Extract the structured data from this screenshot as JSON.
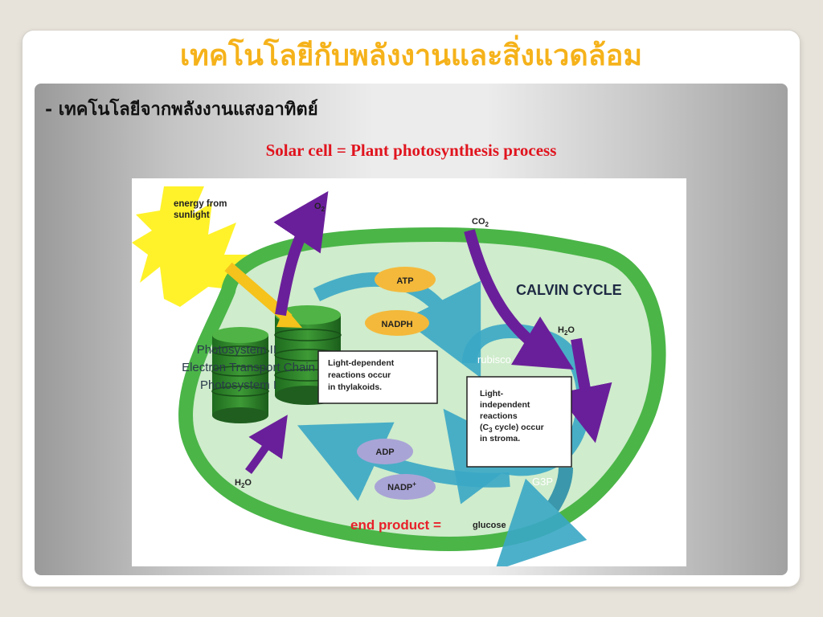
{
  "slide": {
    "title": "เทคโนโลยีกับพลังงานและสิ่งแวดล้อม",
    "bullet": "- เทคโนโลยีจากพลังงานแสงอาทิตย์",
    "subtitle": "Solar cell = Plant photosynthesis process"
  },
  "diagram": {
    "sun_label_line1": "energy from",
    "sun_label_line2": "sunlight",
    "o2": "O",
    "o2_sub": "2",
    "co2": "CO",
    "co2_sub": "2",
    "h2o_top": "H",
    "h2o_top_sub": "2",
    "h2o_top_end": "O",
    "h2o_bottom": "H",
    "h2o_bottom_sub": "2",
    "h2o_bottom_end": "O",
    "atp": "ATP",
    "nadph": "NADPH",
    "adp": "ADP",
    "nadp": "NADP",
    "nadp_sup": "+",
    "calvin_cycle": "CALVIN CYCLE",
    "rubisco": "rubisco",
    "g3p": "G3P",
    "ps2": "Photosystem II",
    "etc": "Electron Transport Chain",
    "ps1": "Photosystem I",
    "light_dep_1": "Light-dependent",
    "light_dep_2": "reactions occur",
    "light_dep_3": "in thylakoids.",
    "light_ind_1": "Light-",
    "light_ind_2": "independent",
    "light_ind_3": "reactions",
    "light_ind_4a": "(C",
    "light_ind_4sub": "3",
    "light_ind_4b": " cycle) occur",
    "light_ind_5": "in stroma.",
    "end_product": "end product =",
    "glucose": "glucose",
    "colors": {
      "outer_membrane": "#4bb548",
      "stroma": "#cfeccc",
      "teal_arrow": "#3aa8c6",
      "purple_arrow": "#6a1f9a",
      "orange_ellipse": "#f4b93b",
      "lavender_ellipse": "#a9a4d6",
      "sun": "#fff22a",
      "end_product_red": "#e8202a"
    }
  }
}
